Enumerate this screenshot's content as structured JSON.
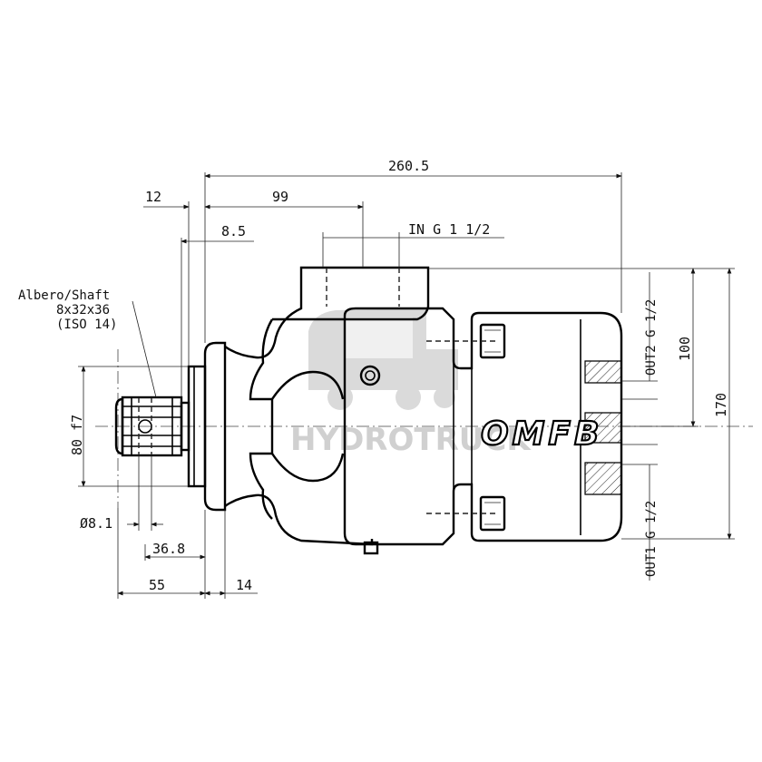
{
  "dimensions": {
    "overall_length": "260.5",
    "flange_to_port": "99",
    "flange_thickness": "12",
    "pilot_depth": "8.5",
    "shaft_to_pin": "36.8",
    "shaft_length": "55",
    "flange_width": "14",
    "pin_hole": "Ø8.1",
    "pilot_diameter": "80 f7",
    "out_spacing": "100",
    "overall_height": "170"
  },
  "labels": {
    "shaft_line1": "Albero/Shaft",
    "shaft_line2": "8x32x36",
    "shaft_line3": "(ISO 14)",
    "inlet": "IN G 1 1/2",
    "out2": "OUT2 G 1/2",
    "out1": "OUT1 G 1/2"
  },
  "brand": "OMFB",
  "watermark": "HYDROTRUCK",
  "icons": {
    "watermark_logo": "truck-icon"
  }
}
